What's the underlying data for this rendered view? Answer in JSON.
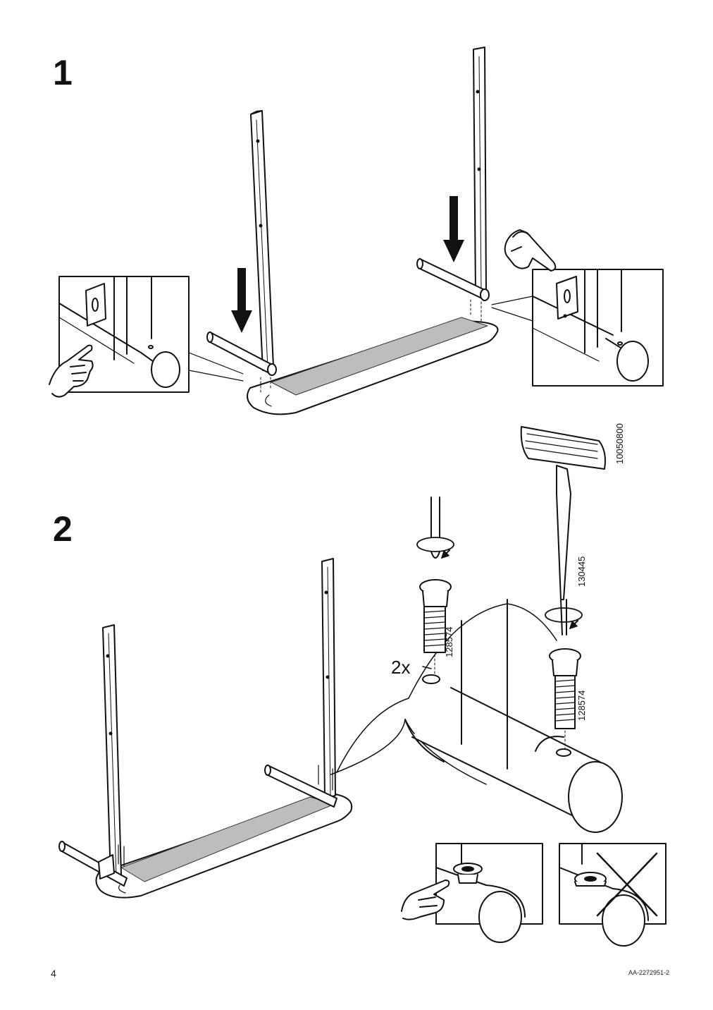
{
  "page": {
    "step1_number": "1",
    "step2_number": "2",
    "page_number": "4",
    "document_id": "AA-2272951-2"
  },
  "parts": {
    "hex_key_article": "10050800",
    "allen_key_article": "130445",
    "screw_article_left": "128574",
    "screw_article_right": "128574",
    "quantity": "2x"
  },
  "icons": {
    "pointing_hand": "pointing-hand-icon",
    "rotation_arrow": "rotation-arrow-icon",
    "wrong_cross": "wrong-cross-icon",
    "down_arrow": "down-arrow-icon"
  }
}
